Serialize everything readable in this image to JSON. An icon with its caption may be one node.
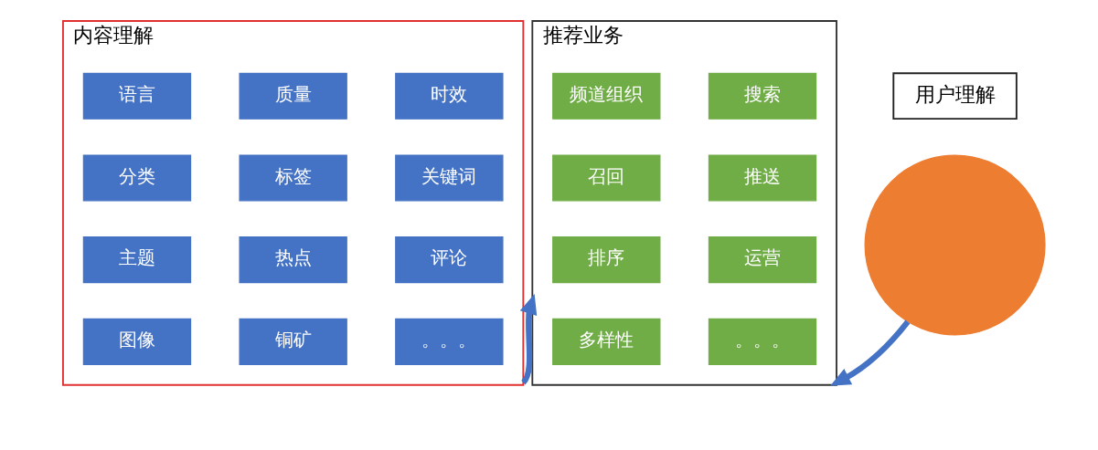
{
  "diagram": {
    "nodes": [
      {
        "text": [
          "内容理解"
        ]
      },
      {
        "text": [
          "语言"
        ],
        "in": 0
      },
      {
        "text": [
          "质量"
        ],
        "in": 0
      },
      {
        "text": [
          "时效"
        ],
        "in": 0
      },
      {
        "text": [
          "分类"
        ],
        "in": 0
      },
      {
        "text": [
          "标签"
        ],
        "in": 0
      },
      {
        "text": [
          "关键词"
        ],
        "in": 0
      },
      {
        "text": [
          "主题"
        ],
        "in": 0
      },
      {
        "text": [
          "热点"
        ],
        "in": 0
      },
      {
        "text": [
          "评论"
        ],
        "in": 0
      },
      {
        "text": [
          "图像"
        ],
        "in": 0
      },
      {
        "text": [
          "铜矿"
        ],
        "in": 0
      },
      {
        "text": [
          "。。。"
        ],
        "in": 0
      },
      {
        "text": [
          "推荐业务"
        ]
      },
      {
        "text": [
          "频道组织"
        ],
        "in": 13
      },
      {
        "text": [
          "搜索"
        ],
        "in": 13
      },
      {
        "text": [
          "召回"
        ],
        "in": 13
      },
      {
        "text": [
          "推送"
        ],
        "in": 13
      },
      {
        "text": [
          "排序"
        ],
        "in": 13
      },
      {
        "text": [
          "运营"
        ],
        "in": 13
      },
      {
        "text": [
          "多样性"
        ],
        "in": 13
      },
      {
        "text": [
          "。。。"
        ],
        "in": 13
      },
      {
        "text": [
          "用户理解"
        ]
      },
      {
        "text": [],
        "shape": "circle"
      }
    ],
    "edges": [
      {
        "from": 0,
        "to": 13,
        "arrow": "to"
      },
      {
        "from": 23,
        "to": 13,
        "arrow": "to"
      }
    ]
  }
}
